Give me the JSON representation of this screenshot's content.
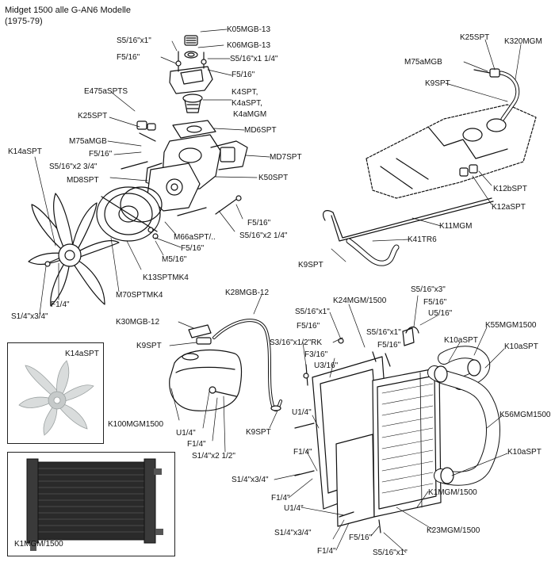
{
  "title": {
    "line1": "Midget 1500 alle G-AN6 Modelle",
    "line2": "(1975-79)"
  },
  "labels": {
    "k05": "K05MGB-13",
    "k06": "K06MGB-13",
    "s516x1_top": "S5/16\"x1\"",
    "f516_top": "F5/16\"",
    "s516x1_14": "S5/16\"x1 1/4\"",
    "f516_right": "F5/16\"",
    "e475": "E475aSPTS",
    "k4": "K4SPT,",
    "k4a": "K4aSPT,",
    "k4amgm": "K4aMGM",
    "k25_left": "K25SPT",
    "md6": "MD6SPT",
    "m75_left": "M75aMGB",
    "md7": "MD7SPT",
    "f516_mid": "F5/16\"",
    "s516x2_34": "S5/16\"x2 3/4\"",
    "k14_main": "K14aSPT",
    "k50": "K50SPT",
    "md8": "MD8SPT",
    "f516_lower": "F5/16\"",
    "s516x2_14": "S5/16\"x2 1/4\"",
    "m66": "M66aSPT/..",
    "f516_m66": "F5/16\"",
    "m516": "M5/16\"",
    "k13": "K13SPTMK4",
    "m70": "M70SPTMK4",
    "f14_fan": "F1/4\"",
    "s14x34_fan": "S1/4\"x3/4\"",
    "k25_right": "K25SPT",
    "k320": "K320MGM",
    "m75_right": "M75aMGB",
    "k9_top": "K9SPT",
    "k12b": "K12bSPT",
    "k12a": "K12aSPT",
    "k11": "K11MGM",
    "k41": "K41TR6",
    "k9_right": "K9SPT",
    "k28": "K28MGB-12",
    "k30": "K30MGB-12",
    "k9_tank": "K9SPT",
    "k100": "K100MGM1500",
    "u14_tank": "U1/4\"",
    "f14_tank": "F1/4\"",
    "s14x2_12": "S1/4\"x2 1/2\"",
    "k9_hose": "K9SPT",
    "s516x1_rad": "S5/16\"x1\"",
    "k24": "K24MGM/1500",
    "s516x3": "S5/16\"x3\"",
    "f516_rad1": "F5/16\"",
    "u516": "U5/16\"",
    "f516_rad2": "F5/16\"",
    "s516x1_rad2": "S5/16\"x1\"",
    "k10_a": "K10aSPT",
    "k55": "K55MGM1500",
    "f516_rad3": "F5/16\"",
    "k10_b": "K10aSPT",
    "s316": "S3/16\"x1/2\"RK",
    "f316": "F3/16\"",
    "u316": "U3/16\"",
    "u14_rad": "U1/4\"",
    "f14_rad": "F1/4\"",
    "k56": "K56MGM1500",
    "k10_c": "K10aSPT",
    "s14x34_rad": "S1/4\"x3/4\"",
    "f14_rad2": "F1/4\"",
    "u14_rad2": "U1/4\"",
    "k1": "K1MGM/1500",
    "s14x34_rad2": "S1/4\"x3/4\"",
    "k23": "K23MGM/1500",
    "f14_rad3": "F1/4\"",
    "f516_bottom": "F5/16\"",
    "s516x1_bottom": "S5/16\"x1\""
  },
  "insets": {
    "fan": "K14aSPT",
    "radiator": "K1MGM/1500"
  }
}
